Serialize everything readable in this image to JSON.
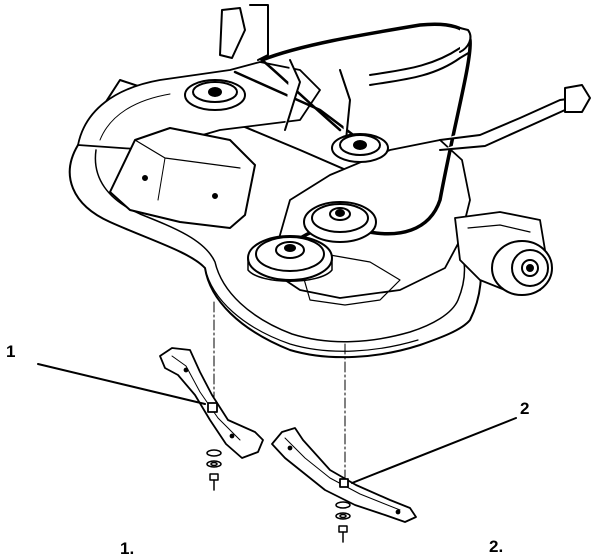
{
  "callouts": {
    "blade_left": "1",
    "blade_right": "2"
  },
  "captions": {
    "first": "1.",
    "second": "2."
  },
  "colors": {
    "ink": "#000000",
    "paper": "#ffffff"
  }
}
